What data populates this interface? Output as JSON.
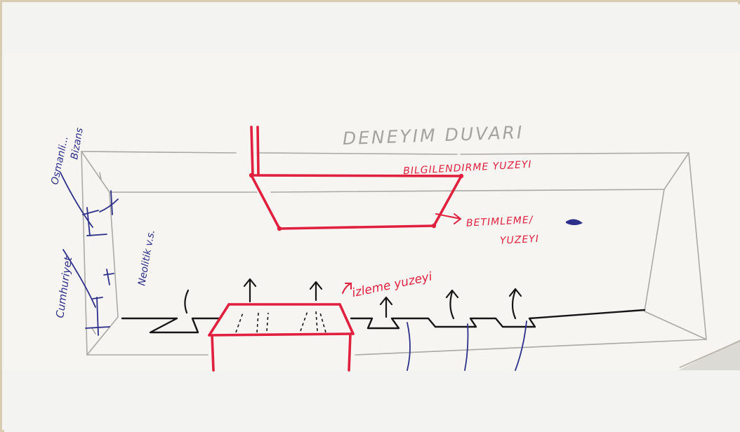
{
  "sketch": {
    "title": "DENEYIM DUVARI",
    "info_surface": "BILGILENDIRME YUZEYI",
    "depiction_surface_line1": "BETIMLEME/",
    "depiction_surface_line2": "YUZEYI",
    "viewing_area": "izleme yuzeyi",
    "timeline": [
      "Cumhuriyet",
      "Osmanli...",
      "Bizans",
      "Neolitik v.s."
    ]
  },
  "colors": {
    "paper": "#f6f5f2",
    "pencil": "#a9a9a6",
    "red_marker": "#e0203e",
    "black_pen": "#161616",
    "blue_pen": "#2d2f8a"
  }
}
